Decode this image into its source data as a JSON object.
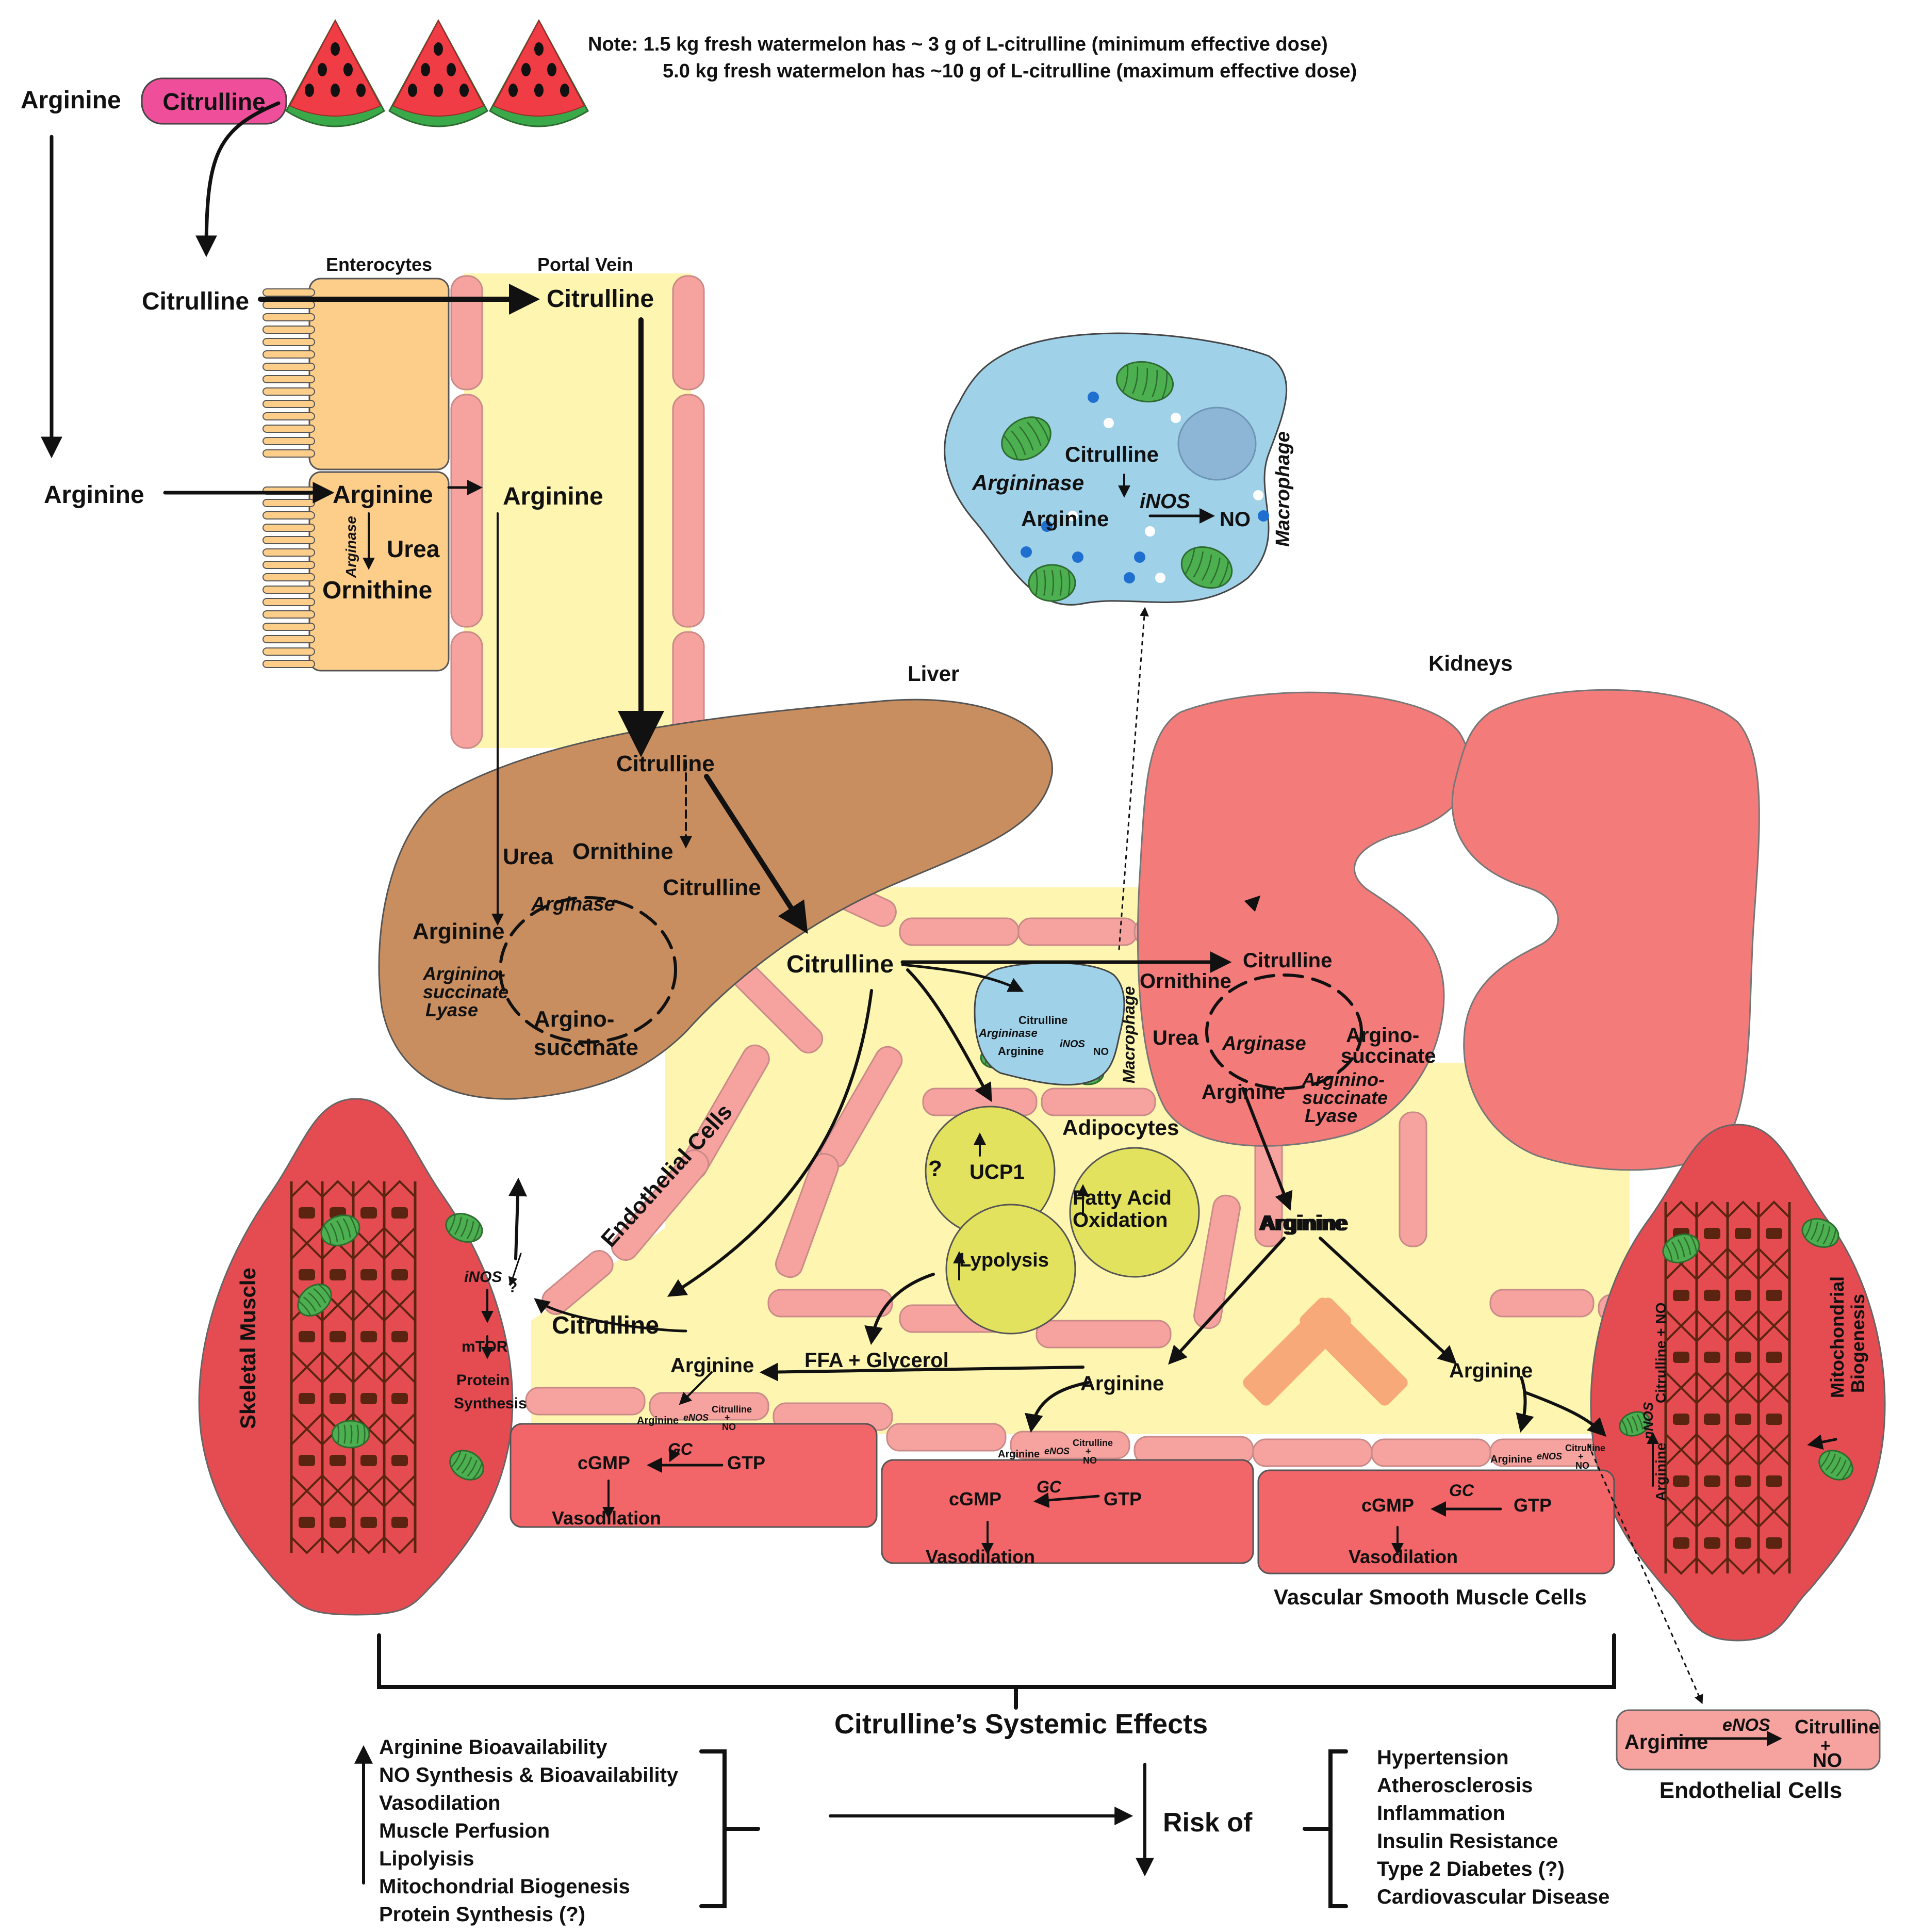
{
  "note": {
    "line1": "Note: 1.5 kg fresh watermelon has ~ 3 g of L-citrulline (minimum effective dose)",
    "line2": "5.0 kg fresh watermelon has ~10 g of L-citrulline (maximum effective dose)"
  },
  "top": {
    "arginine": "Arginine",
    "citrulline_pill": "Citrulline"
  },
  "gut": {
    "enterocytes": "Enterocytes",
    "portal_vein": "Portal Vein",
    "citrulline_in": "Citrulline",
    "citrulline_portal": "Citrulline",
    "arginine_in": "Arginine",
    "arginine_entero": "Arginine",
    "arginine_portal": "Arginine",
    "arginase": "Arginase",
    "urea": "Urea",
    "ornithine": "Ornithine"
  },
  "macrophage": {
    "title": "Macrophage",
    "citrulline": "Citrulline",
    "argininase": "Argininase",
    "arginine": "Arginine",
    "inos": "iNOS",
    "no": "NO"
  },
  "macrophage_small": {
    "title": "Macrophage",
    "citrulline": "Citrulline",
    "argininase": "Argininase",
    "arginine": "Arginine",
    "inos": "iNOS",
    "no": "NO"
  },
  "liver": {
    "title": "Liver",
    "citrulline_top": "Citrulline",
    "urea": "Urea",
    "ornithine": "Ornithine",
    "citrulline_cycle": "Citrulline",
    "arginase": "Arginase",
    "arginine": "Arginine",
    "lyase_1": "Arginino-",
    "lyase_2": "succinate",
    "lyase_3": "Lyase",
    "as_1": "Argino-",
    "as_2": "succinate",
    "citrulline_out": "Citrulline"
  },
  "kidneys": {
    "title": "Kidneys",
    "citrulline": "Citrulline",
    "ornithine": "Ornithine",
    "urea": "Urea",
    "arginase": "Arginase",
    "as_1": "Argino-",
    "as_2": "succinate",
    "arginine": "Arginine",
    "lyase_1": "Arginino-",
    "lyase_2": "succinate",
    "lyase_3": "Lyase",
    "arginine_out": "Arginine"
  },
  "adipocytes": {
    "title": "Adipocytes",
    "ucp1_q": "?",
    "ucp1": "UCP1",
    "fao_1": "Fatty Acid",
    "fao_2": "Oxidation",
    "lipolysis": "Lypolysis",
    "ffa": "FFA + Glycerol"
  },
  "endothelial": {
    "title": "Endothelial Cells"
  },
  "skeletal": {
    "title": "Skeletal Muscle",
    "inos": "iNOS",
    "q": "?",
    "mtor": "mTOR",
    "protein_1": "Protein",
    "protein_2": "Synthesis",
    "citrulline": "Citrulline"
  },
  "vessel": {
    "arginine_left": "Arginine",
    "arginine_mid": "Arginine",
    "arginine_right": "Arginine",
    "arginine_center": "Arginine"
  },
  "enos_small": {
    "arginine": "Arginine",
    "enos": "eNOS",
    "citrulline": "Citrulline",
    "plus": "+",
    "no": "NO"
  },
  "vsmc": {
    "title": "Vascular Smooth Muscle Cells",
    "cgmp": "cGMP",
    "gc": "GC",
    "gtp": "GTP",
    "vasodilation": "Vasodilation"
  },
  "right_muscle": {
    "nnos": "nNOS",
    "arginine": "Arginine",
    "citrulline_no": "Citrulline + NO",
    "mito_1": "Mitochondrial",
    "mito_2": "Biogenesis"
  },
  "endo_box": {
    "arginine": "Arginine",
    "enos": "eNOS",
    "citrulline": "Citrulline",
    "plus": "+",
    "no": "NO",
    "label": "Endothelial Cells"
  },
  "effects": {
    "title": "Citrulline’s Systemic Effects",
    "increase": [
      "Arginine Bioavailability",
      "NO Synthesis & Bioavailability",
      "Vasodilation",
      "Muscle Perfusion",
      "Lipolyisis",
      "Mitochondrial Biogenesis",
      "Protein Synthesis (?)"
    ],
    "risk": "Risk of",
    "decrease": [
      "Hypertension",
      "Atherosclerosis",
      "Inflammation",
      "Insulin Resistance",
      "Type 2 Diabetes (?)",
      "Cardiovascular Disease"
    ]
  },
  "colors": {
    "portal": "#fdf5b0",
    "entero": "#fdce8a",
    "cell_pink": "#f6a3a0",
    "liver": "#c98e5f",
    "kidney": "#f37b7a",
    "macrophage": "#9fd1e8",
    "adipocyte": "#e3e25e",
    "vsmc": "#f26669",
    "muscle": "#e54c52",
    "sarcomere": "#5a2410",
    "mito": "#4caf50",
    "pill": "#ef4f9a",
    "melon_red": "#ef3c45",
    "melon_green": "#3aa94a"
  }
}
